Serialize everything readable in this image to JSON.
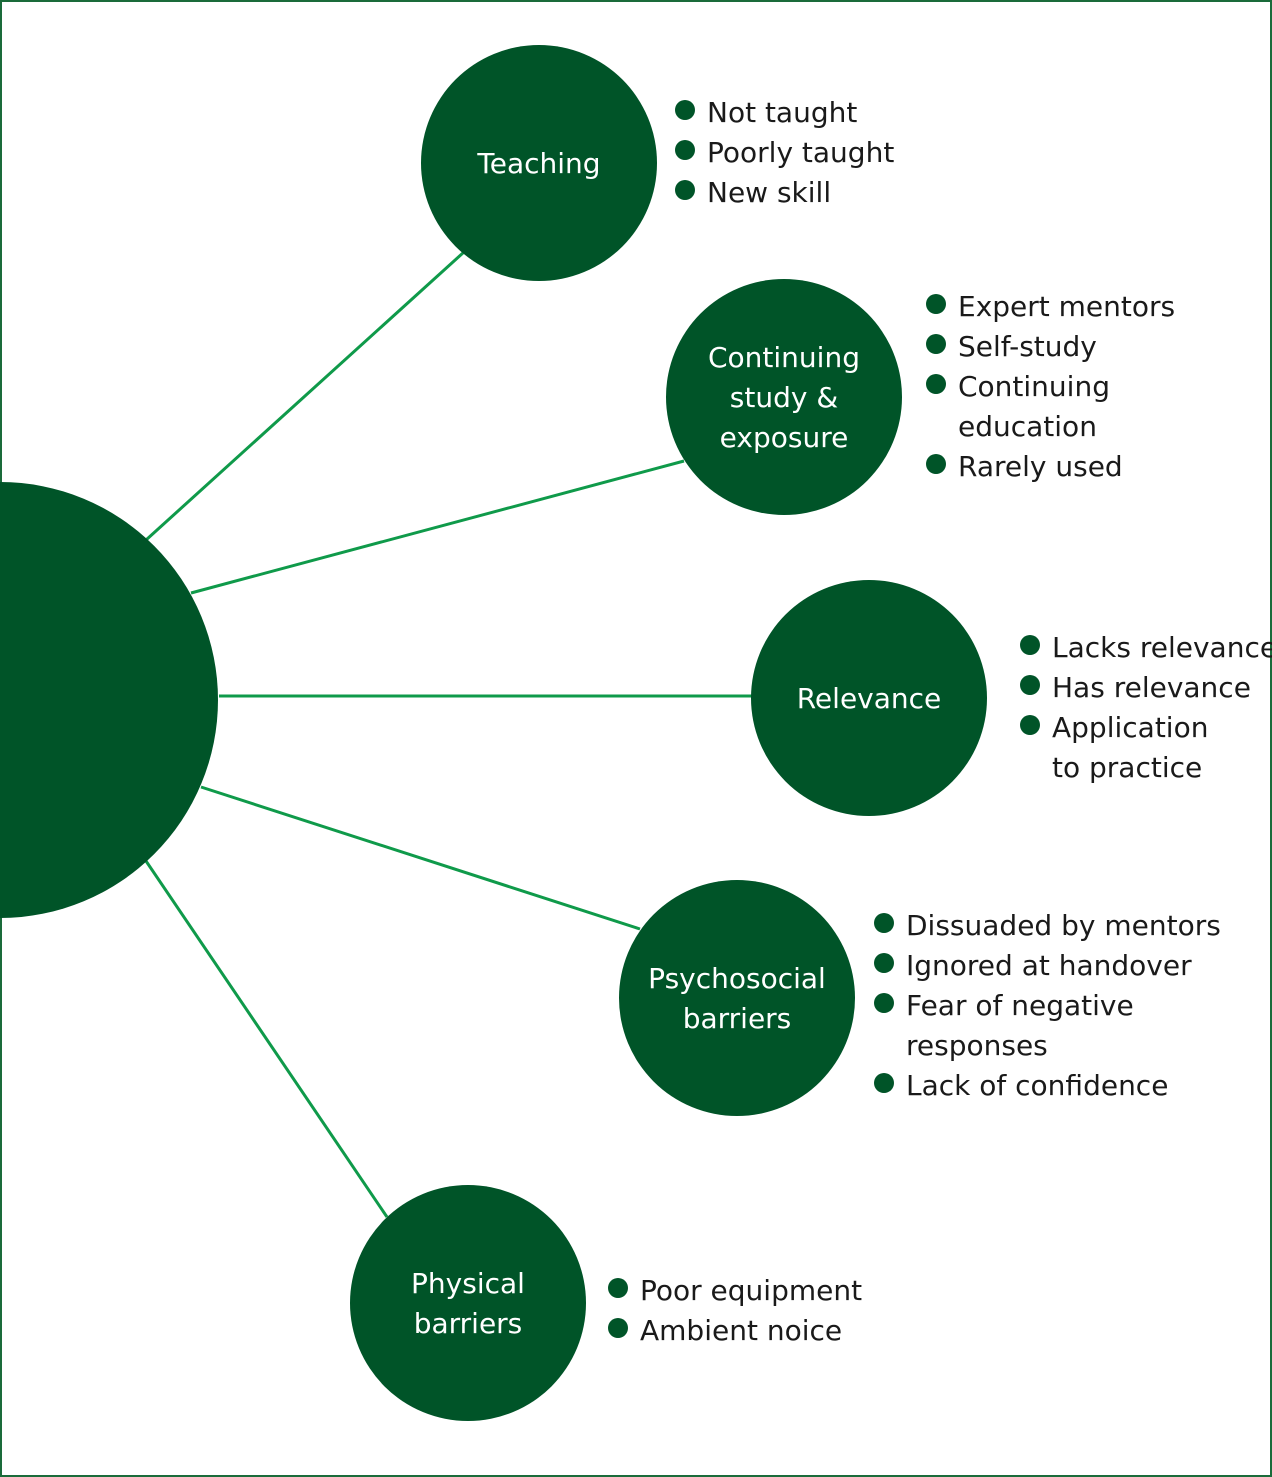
{
  "colors": {
    "node_fill": "#005428",
    "connector": "#0f9a4a",
    "bullet": "#005428",
    "frame": "#1a6b3a",
    "node_text": "#ffffff",
    "bullet_text": "#1a1a1a"
  },
  "hub": {
    "label": ""
  },
  "nodes": [
    {
      "id": "teaching",
      "label_lines": [
        "Teaching"
      ],
      "bullets": [
        [
          "Not taught"
        ],
        [
          "Poorly taught"
        ],
        [
          "New skill"
        ]
      ]
    },
    {
      "id": "continuing-study",
      "label_lines": [
        "Continuing",
        "study &",
        "exposure"
      ],
      "bullets": [
        [
          "Expert mentors"
        ],
        [
          "Self-study"
        ],
        [
          "Continuing",
          "education"
        ],
        [
          "Rarely used"
        ]
      ]
    },
    {
      "id": "relevance",
      "label_lines": [
        "Relevance"
      ],
      "bullets": [
        [
          "Lacks relevance"
        ],
        [
          "Has relevance"
        ],
        [
          "Application",
          "to practice"
        ]
      ]
    },
    {
      "id": "psychosocial-barriers",
      "label_lines": [
        "Psychosocial",
        "barriers"
      ],
      "bullets": [
        [
          "Dissuaded by mentors"
        ],
        [
          "Ignored at handover"
        ],
        [
          "Fear of negative",
          "responses"
        ],
        [
          "Lack of confidence"
        ]
      ]
    },
    {
      "id": "physical-barriers",
      "label_lines": [
        "Physical",
        "barriers"
      ],
      "bullets": [
        [
          "Poor equipment"
        ],
        [
          "Ambient noice"
        ]
      ]
    }
  ]
}
